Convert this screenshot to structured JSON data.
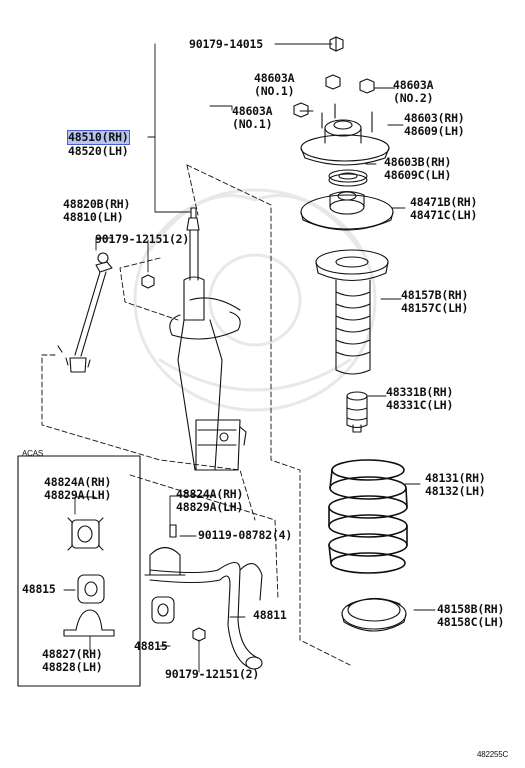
{
  "diagram": {
    "code": "482255C",
    "highlight_color": "#b9c3ee",
    "inset_label": "ACAS",
    "callouts": {
      "nut_top": "90179-14015",
      "upper_nut_no1_a": "48603A",
      "upper_nut_no1_a_sub": "(NO.1)",
      "upper_nut_no2_a": "48603A",
      "upper_nut_no2_a_sub": "(NO.2)",
      "upper_nut_no1_b": "48603A",
      "upper_nut_no1_b_sub": "(NO.1)",
      "strut_rh": "48510(RH)",
      "strut_lh": "48520(LH)",
      "support_rh": "48603(RH)",
      "support_lh": "48609(LH)",
      "bearing_rh": "48603B(RH)",
      "bearing_lh": "48609C(LH)",
      "spring_seat_rh": "48471B(RH)",
      "spring_seat_lh": "48471C(LH)",
      "link_rh": "48820B(RH)",
      "link_lh": "48810(LH)",
      "link_nut": "90179-12151(2)",
      "boot_rh": "48157B(RH)",
      "boot_lh": "48157C(LH)",
      "bumper_rh": "48331B(RH)",
      "bumper_lh": "48331C(LH)",
      "coil_rh": "48131(RH)",
      "coil_lh": "48132(LH)",
      "inset_bushing_rh": "48824A(RH)",
      "inset_bushing_lh": "48829A(LH)",
      "inset_bushing2": "48815",
      "inset_bracket_rh": "48827(RH)",
      "inset_bracket_lh": "48828(LH)",
      "bracket_rh": "48824A(RH)",
      "bracket_lh": "48829A(LH)",
      "bolt": "90119-08782(4)",
      "stabilizer_bar": "48811",
      "bushing": "48815",
      "lower_nut": "90179-12151(2)",
      "lower_seat_rh": "48158B(RH)",
      "lower_seat_lh": "48158C(LH)"
    }
  }
}
